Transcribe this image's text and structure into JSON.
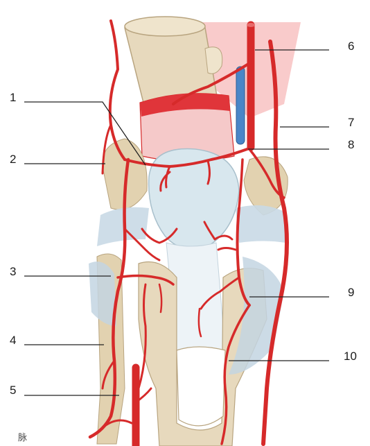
{
  "figure": {
    "callouts": [
      {
        "id": "1",
        "label": "1"
      },
      {
        "id": "2",
        "label": "2"
      },
      {
        "id": "3",
        "label": "3"
      },
      {
        "id": "4",
        "label": "4"
      },
      {
        "id": "5",
        "label": "5"
      },
      {
        "id": "6",
        "label": "6"
      },
      {
        "id": "7",
        "label": "7"
      },
      {
        "id": "8",
        "label": "8"
      },
      {
        "id": "9",
        "label": "9"
      },
      {
        "id": "10",
        "label": "10"
      }
    ],
    "corner_mark": "脉",
    "colors": {
      "artery": "#d62a2a",
      "vein": "#4a86c8",
      "bone": "#e7d9bd",
      "bone_shadow": "#c9b493",
      "ligament": "#c9d9e6",
      "patella": "#d8e7ee",
      "muscle_pink": "#f6b6b6",
      "leader_line": "#222222"
    }
  }
}
